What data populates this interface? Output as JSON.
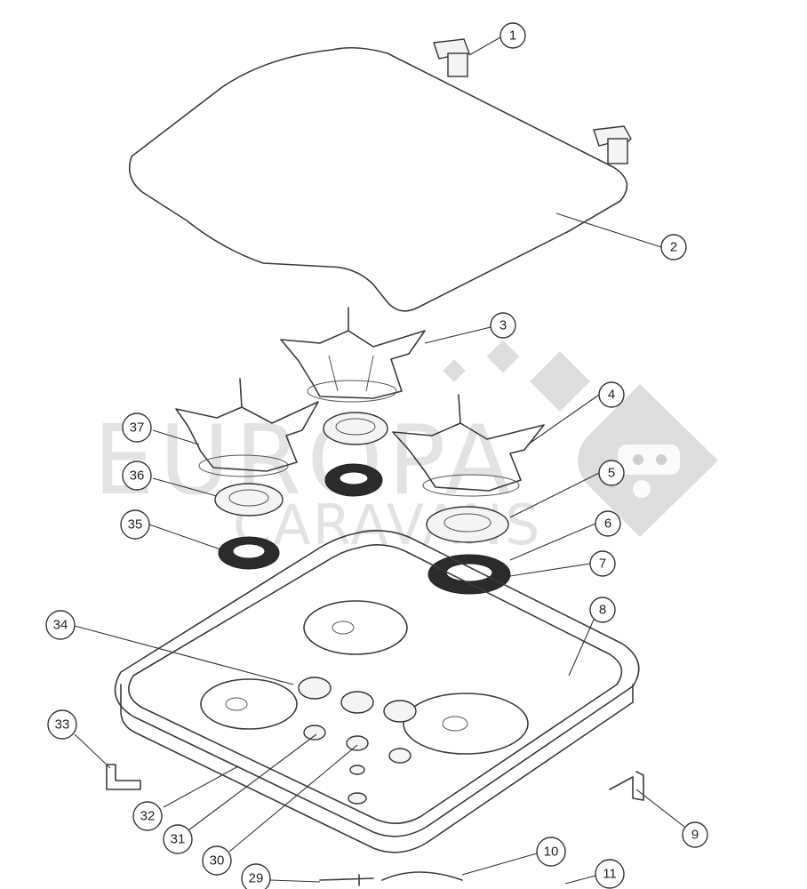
{
  "callouts": [
    "1",
    "2",
    "3",
    "4",
    "5",
    "6",
    "7",
    "8",
    "9",
    "10",
    "11",
    "29",
    "30",
    "31",
    "32",
    "33",
    "34",
    "35",
    "36",
    "37"
  ],
  "watermark": {
    "line1": "EUROPA",
    "line2": "CARAVANS"
  }
}
